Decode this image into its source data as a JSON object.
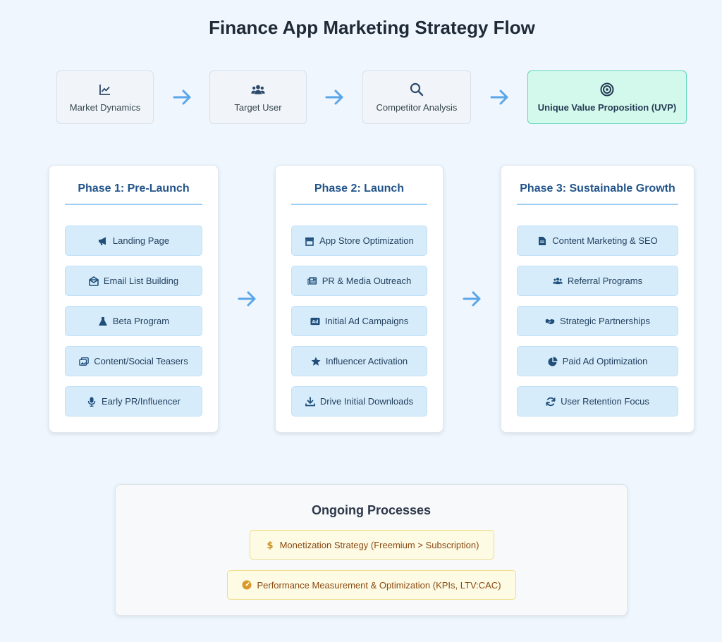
{
  "title": "Finance App Marketing Strategy Flow",
  "flow": [
    {
      "label": "Market Dynamics",
      "icon": "chart-line-icon"
    },
    {
      "label": "Target User",
      "icon": "users-icon"
    },
    {
      "label": "Competitor Analysis",
      "icon": "search-icon"
    },
    {
      "label": "Unique Value Proposition (UVP)",
      "icon": "target-icon"
    }
  ],
  "phases": [
    {
      "title": "Phase 1: Pre-Launch",
      "items": [
        {
          "label": "Landing Page",
          "icon": "megaphone-icon"
        },
        {
          "label": "Email List Building",
          "icon": "envelope-open-icon"
        },
        {
          "label": "Beta Program",
          "icon": "flask-icon"
        },
        {
          "label": "Content/Social Teasers",
          "icon": "images-icon"
        },
        {
          "label": "Early PR/Influencer",
          "icon": "microphone-icon"
        }
      ]
    },
    {
      "title": "Phase 2: Launch",
      "items": [
        {
          "label": "App Store Optimization",
          "icon": "store-icon"
        },
        {
          "label": "PR & Media Outreach",
          "icon": "newspaper-icon"
        },
        {
          "label": "Initial Ad Campaigns",
          "icon": "ad-icon"
        },
        {
          "label": "Influencer Activation",
          "icon": "star-icon"
        },
        {
          "label": "Drive Initial Downloads",
          "icon": "download-icon"
        }
      ]
    },
    {
      "title": "Phase 3: Sustainable Growth",
      "items": [
        {
          "label": "Content Marketing & SEO",
          "icon": "file-icon"
        },
        {
          "label": "Referral Programs",
          "icon": "users-icon"
        },
        {
          "label": "Strategic Partnerships",
          "icon": "handshake-icon"
        },
        {
          "label": "Paid Ad Optimization",
          "icon": "pie-chart-icon"
        },
        {
          "label": "User Retention Focus",
          "icon": "sync-icon"
        }
      ]
    }
  ],
  "ongoing": {
    "title": "Ongoing Processes",
    "items": [
      {
        "label": "Monetization Strategy (Freemium > Subscription)",
        "icon": "dollar-icon"
      },
      {
        "label": "Performance Measurement & Optimization (KPIs, LTV:CAC)",
        "icon": "gauge-icon"
      }
    ]
  },
  "colors": {
    "background": "#eff6fd",
    "arrow": "#5aa6e8",
    "phase_title": "#22548a",
    "item_bg": "#d7ecfb",
    "uvp_bg": "#d3f8ec",
    "ongoing_pill_bg": "#fefbe4"
  }
}
